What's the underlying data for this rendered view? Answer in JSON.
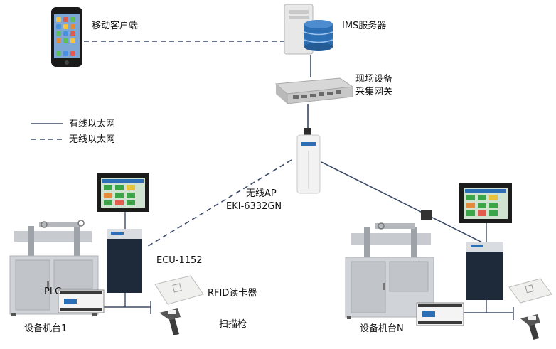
{
  "nodes": {
    "mobile_client": "移动客户端",
    "ims_server": "IMS服务器",
    "gateway_line1": "现场设备",
    "gateway_line2": "采集网关",
    "ap_line1": "无线AP",
    "ap_line2": "EKI-6332GN",
    "ecu": "ECU-1152",
    "rfid": "RFID读卡器",
    "scanner": "扫描枪",
    "plc": "PLC",
    "machine_1": "设备机台1",
    "machine_n": "设备机台N"
  },
  "legend": {
    "wired": "有线以太网",
    "wireless": "无线以太网"
  },
  "colors": {
    "wired_line": "#3b4a66",
    "wireless_line": "#3b4a66",
    "screen_green": "#3ca54a",
    "server_blue": "#2d6fb5"
  }
}
